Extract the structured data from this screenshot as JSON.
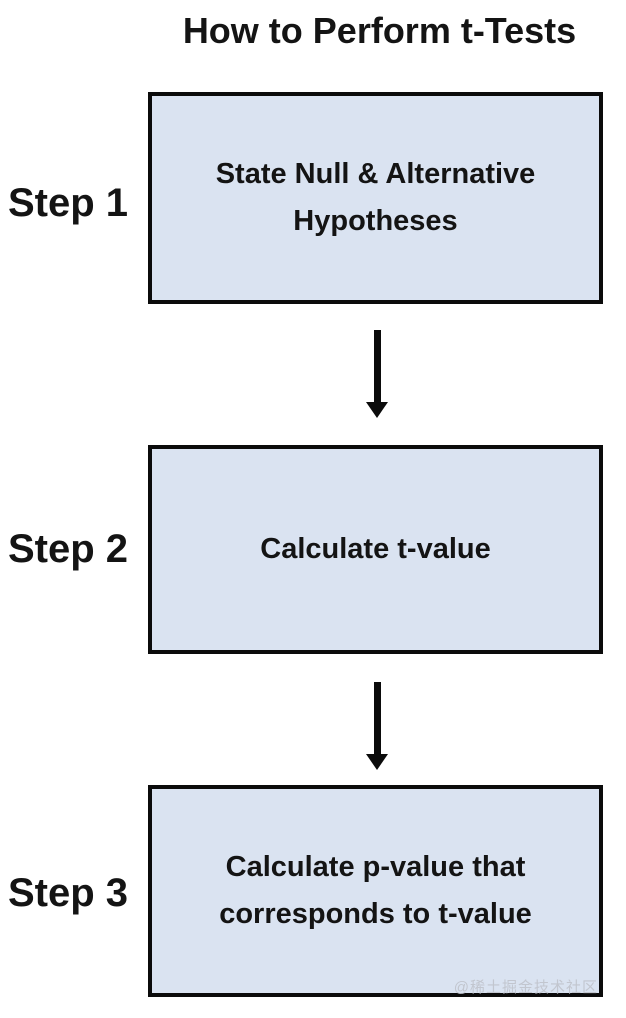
{
  "title": "How to Perform t-Tests",
  "steps": [
    {
      "label": "Step 1",
      "text": "State Null & Alternative Hypotheses"
    },
    {
      "label": "Step 2",
      "text": "Calculate t-value"
    },
    {
      "label": "Step 3",
      "text": "Calculate p-value that corresponds to t-value"
    }
  ],
  "connector_icon": "down-arrow",
  "watermark": "@稀土掘金技术社区",
  "colors": {
    "background": "#ffffff",
    "box_fill": "#dae3f1",
    "box_border": "#0b0b0b",
    "text": "#141414",
    "watermark": "#c2c6cf"
  }
}
